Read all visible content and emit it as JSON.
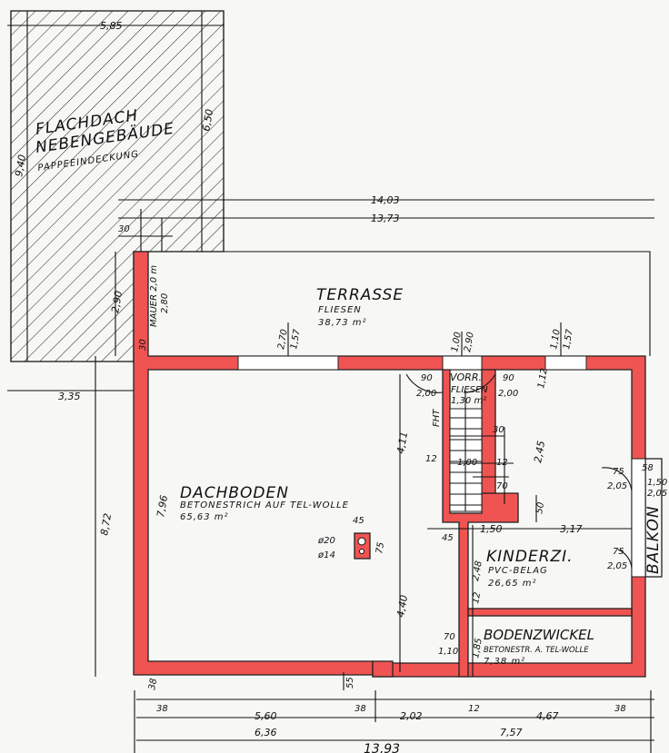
{
  "colors": {
    "wall": "#ef5452",
    "line": "#111111",
    "paper": "#f7f7f5"
  },
  "annex": {
    "title1": "FLACHDACH",
    "title2": "NEBENGEBÄUDE",
    "subtitle": "PAPPEEINDECKUNG"
  },
  "terrace": {
    "title": "TERRASSE",
    "finish": "FLIESEN",
    "area": "38,73 m²"
  },
  "dachboden": {
    "title": "DACHBODEN",
    "finish": "BETONESTRICH AUF TEL-WOLLE",
    "area": "65,63 m²"
  },
  "vorraum": {
    "title": "VORR.",
    "finish": "FLIESEN",
    "area": "1,30 m²"
  },
  "kinderzimmer": {
    "title": "KINDERZI.",
    "finish": "PVC-BELAG",
    "area": "26,65 m²"
  },
  "bodenzwickel": {
    "title": "BODENZWICKEL",
    "finish": "BETONESTR. A. TEL-WOLLE",
    "area": "7,38 m²"
  },
  "balkon": {
    "title": "BALKON"
  },
  "chimney": {
    "d1": "ø20",
    "d2": "ø14",
    "w": "45",
    "h": "75"
  },
  "fht": "FHT",
  "dims": {
    "annex_w": "5,85",
    "annex_h_right": "6,50",
    "annex_h_left": "9,40",
    "total_top1": "14,03",
    "total_top2": "13,73",
    "wall30a": "30",
    "wall30b": "30",
    "h290": "2,90",
    "mauer": "MAUER 2,0 m",
    "h280": "2,80",
    "left335": "3,35",
    "left872": "8,72",
    "left796": "7,96",
    "win1a": "2,70",
    "win1b": "1,57",
    "door1a": "1,00",
    "door1b": "2,90",
    "win2a": "1,10",
    "win2b": "1,57",
    "d90a": "90",
    "d200a": "2,00",
    "d90b": "90",
    "d200b": "2,00",
    "d112": "1,12",
    "h411": "4,11",
    "h440": "4,40",
    "s30": "30",
    "h245": "2,45",
    "s12a": "12",
    "s100": "1,00",
    "s12b": "12",
    "s70": "70",
    "s50": "50",
    "s45": "45",
    "w150": "1,50",
    "w317": "3,17",
    "b75a": "75",
    "b205a": "2,05",
    "b58": "58",
    "b150": "1,50",
    "b205b": "2,05",
    "b75b": "75",
    "b205c": "2,05",
    "h248": "2,48",
    "s12c": "12",
    "d70": "70",
    "d110": "1,10",
    "h185": "1,85",
    "b38": "38",
    "b55": "55",
    "bot38a": "38",
    "bot560": "5,60",
    "bot38b": "38",
    "bot202": "2,02",
    "bot12": "12",
    "bot467": "4,67",
    "bot38c": "38",
    "bot636": "6,36",
    "bot757": "7,57",
    "bot1393": "13,93"
  }
}
